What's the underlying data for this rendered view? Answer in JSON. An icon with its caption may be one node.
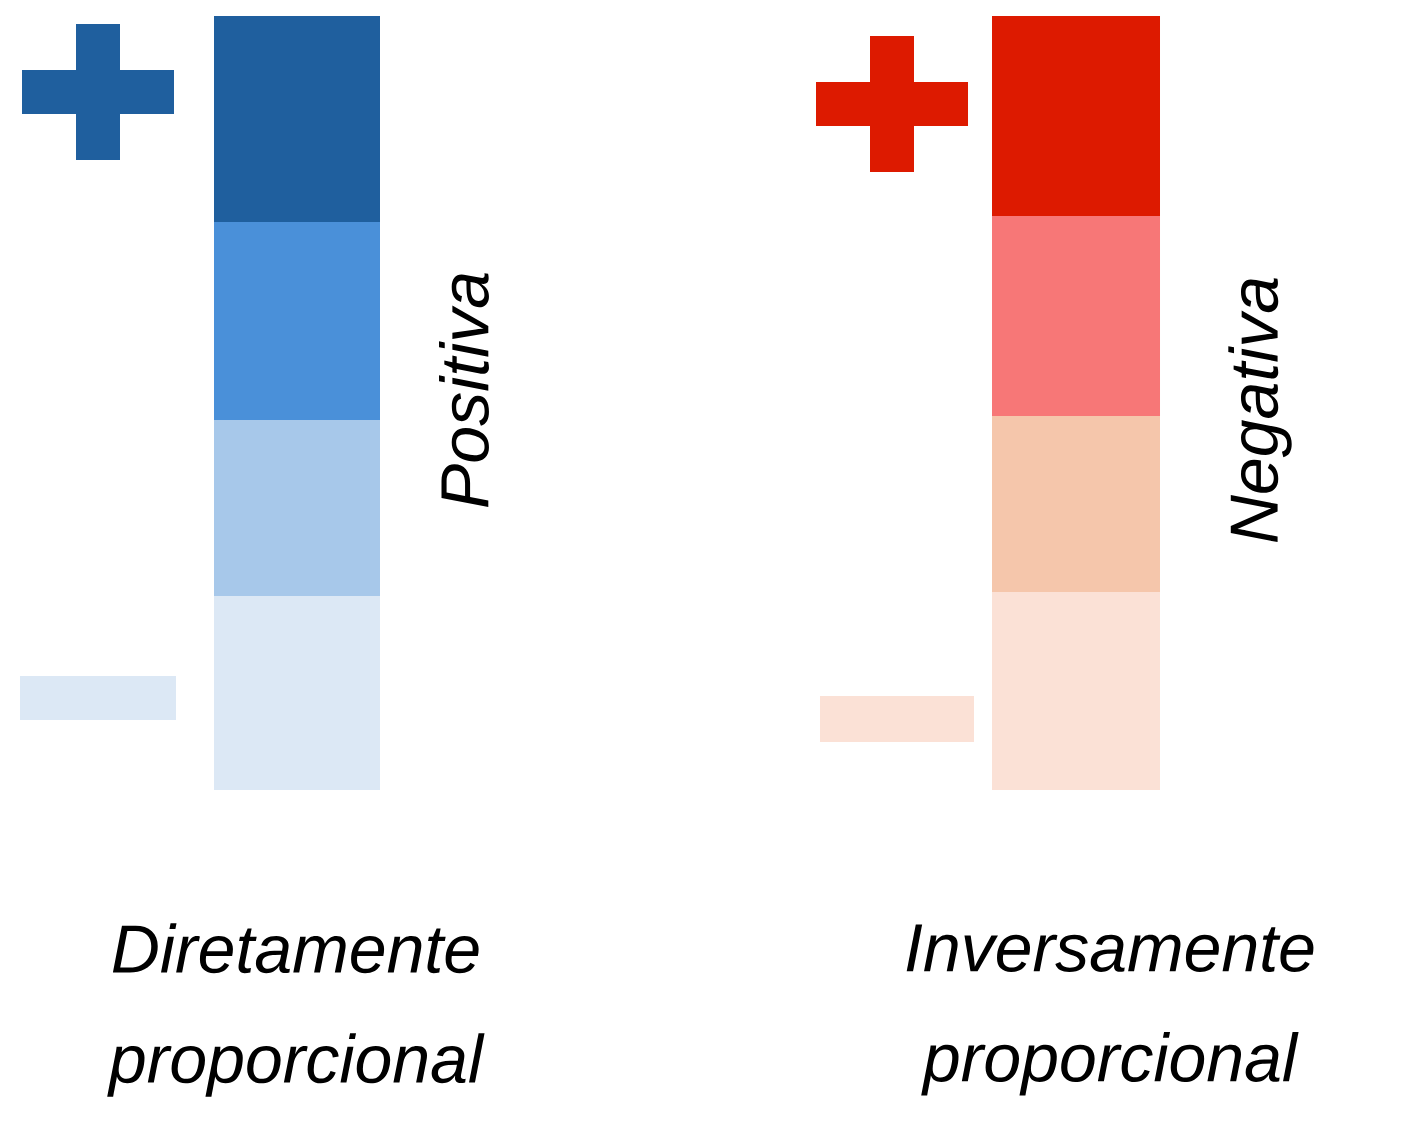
{
  "diagram": {
    "nodes": [
      {
        "text": [],
        "shape": "bar",
        "beside": [
          "Positiva",
          "Diretamente proporcional"
        ]
      },
      {
        "text": [],
        "shape": "bar",
        "beside": [
          "Negativa",
          "Inversamente proporcional"
        ]
      }
    ]
  }
}
